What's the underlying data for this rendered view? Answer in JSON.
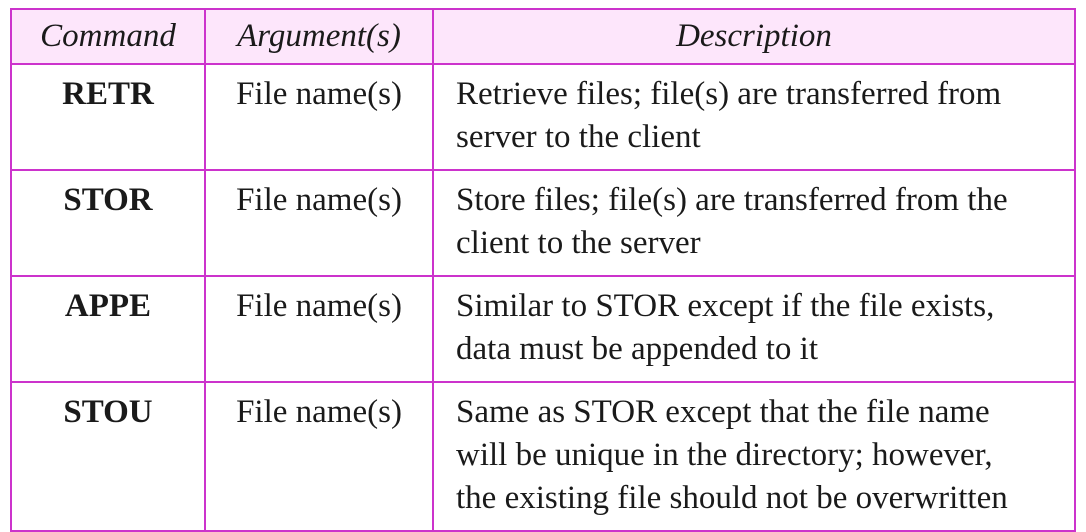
{
  "table": {
    "headers": [
      "Command",
      "Argument(s)",
      "Description"
    ],
    "rows": [
      {
        "command": "RETR",
        "arguments": "File name(s)",
        "description": [
          "Retrieve files; file(s) are transferred from",
          "server to the client"
        ]
      },
      {
        "command": "STOR",
        "arguments": "File name(s)",
        "description": [
          "Store files; file(s) are transferred from the",
          "client to the server"
        ]
      },
      {
        "command": "APPE",
        "arguments": "File name(s)",
        "description": [
          "Similar to STOR except if the file exists,",
          "data must be appended to it"
        ]
      },
      {
        "command": "STOU",
        "arguments": "File name(s)",
        "description": [
          "Same as STOR except that the file name",
          "will be unique in the directory; however,",
          "the existing file should not be overwritten"
        ]
      }
    ],
    "colors": {
      "border": "#cc33cc",
      "header_background": "#fde6fb"
    }
  }
}
